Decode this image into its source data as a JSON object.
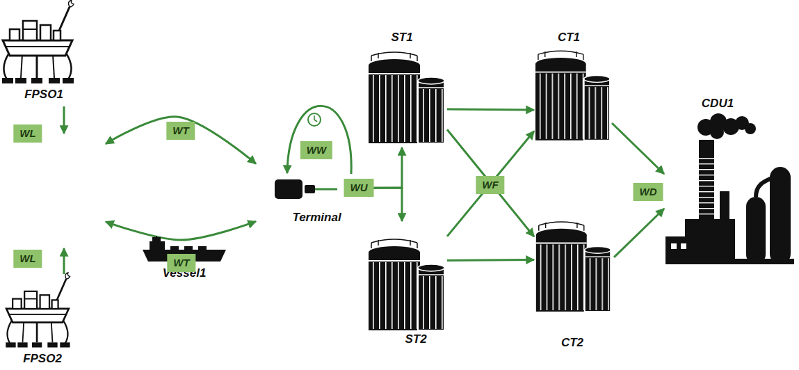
{
  "diagram": {
    "nodes": [
      {
        "text": [
          "FPSO1"
        ]
      },
      {
        "text": [
          "Vessel1"
        ]
      },
      {
        "text": [
          "FPSO2"
        ]
      },
      {
        "text": [
          "Terminal"
        ]
      },
      {
        "text": [
          "ST1"
        ]
      },
      {
        "text": [
          "ST2"
        ]
      },
      {
        "text": [
          "CT1"
        ]
      },
      {
        "text": [
          "CT2"
        ]
      },
      {
        "text": [
          "CDU1"
        ]
      }
    ],
    "edges": [
      {
        "from": 0,
        "to": 3,
        "arrow": "both",
        "label": "WT"
      },
      {
        "from": 2,
        "to": 3,
        "arrow": "both",
        "label": "WT"
      },
      {
        "from": 3,
        "to": 4,
        "arrow": "to",
        "label": "WU"
      },
      {
        "from": 3,
        "to": 5,
        "arrow": "to"
      },
      {
        "from": 4,
        "to": 6,
        "arrow": "to"
      },
      {
        "from": 4,
        "to": 7,
        "arrow": "to"
      },
      {
        "from": 5,
        "to": 6,
        "arrow": "to",
        "label": "WF"
      },
      {
        "from": 5,
        "to": 7,
        "arrow": "to"
      },
      {
        "from": 6,
        "to": 8,
        "arrow": "to",
        "label": "WD"
      },
      {
        "from": 7,
        "to": 8,
        "arrow": "to"
      }
    ],
    "labels": [
      "WL",
      "WL",
      "WW"
    ]
  }
}
